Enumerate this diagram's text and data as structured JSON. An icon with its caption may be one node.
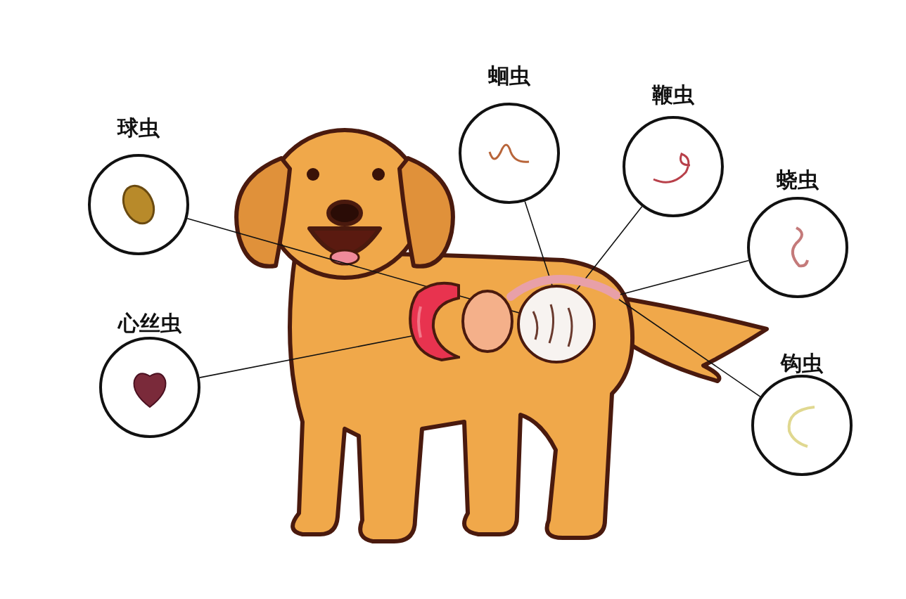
{
  "diagram": {
    "nodes": [
      {
        "text": [
          "球虫"
        ]
      },
      {
        "text": [
          "蛔虫"
        ]
      },
      {
        "text": [
          "鞭虫"
        ]
      },
      {
        "text": [
          "蛲虫"
        ]
      },
      {
        "text": [
          "心丝虫"
        ]
      },
      {
        "text": [
          "钩虫"
        ]
      },
      {
        "text": [],
        "shape": "picture"
      },
      {
        "text": [],
        "shape": "picture"
      },
      {
        "text": [],
        "shape": "picture"
      }
    ],
    "edges": [
      {
        "from": 0,
        "to": 7,
        "arrow": "none"
      },
      {
        "from": 1,
        "to": 7,
        "arrow": "none"
      },
      {
        "from": 2,
        "to": 7,
        "arrow": "none"
      },
      {
        "from": 3,
        "to": 8,
        "arrow": "none"
      },
      {
        "from": 4,
        "to": 6,
        "arrow": "none"
      },
      {
        "from": 5,
        "to": 8,
        "arrow": "none"
      }
    ]
  }
}
